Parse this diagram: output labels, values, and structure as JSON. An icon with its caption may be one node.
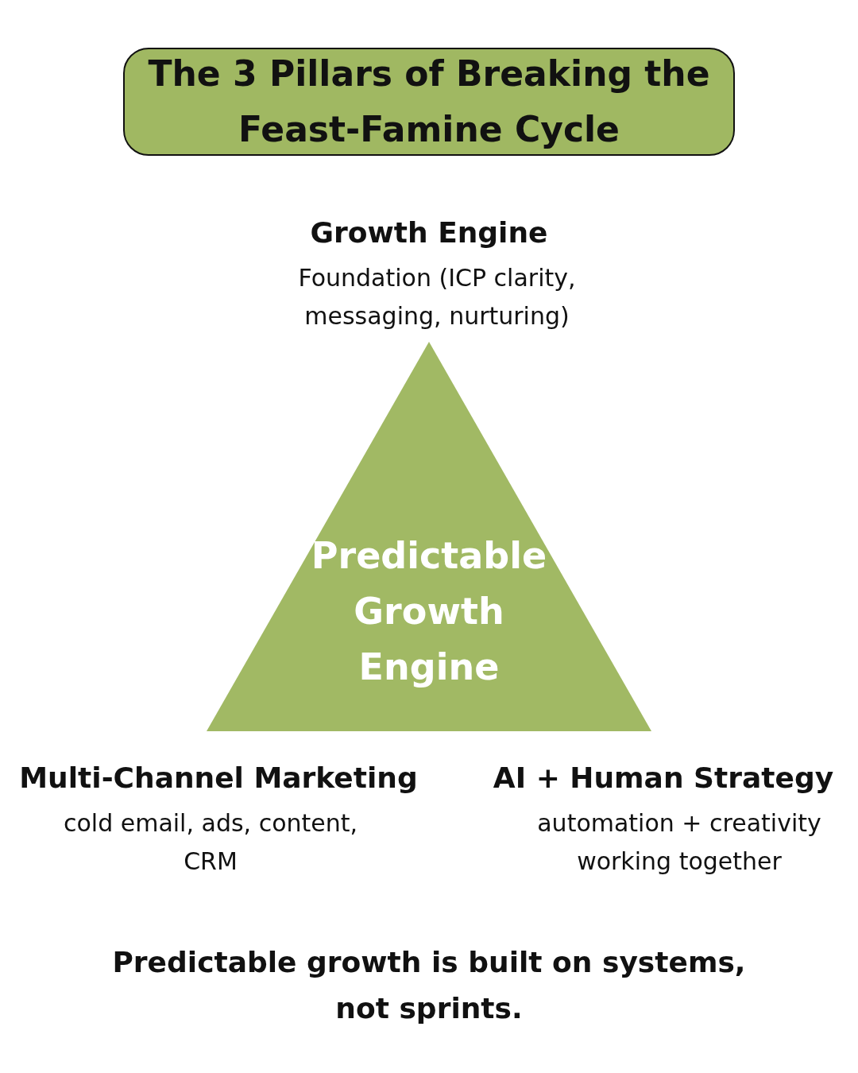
{
  "diagram": {
    "title": "The 3 Pillars of Breaking the Feast-Famine Cycle",
    "caption": "Predictable growth is built on systems, not sprints.",
    "nodes": [
      {
        "text": [
          "Predictable Growth Engine"
        ]
      }
    ],
    "labels": [
      "Growth Engine",
      "Foundation (ICP clarity, messaging, nurturing)",
      "Multi-Channel Marketing",
      "cold email, ads, content, CRM",
      "AI + Human Strategy",
      "automation + creativity working together"
    ]
  }
}
